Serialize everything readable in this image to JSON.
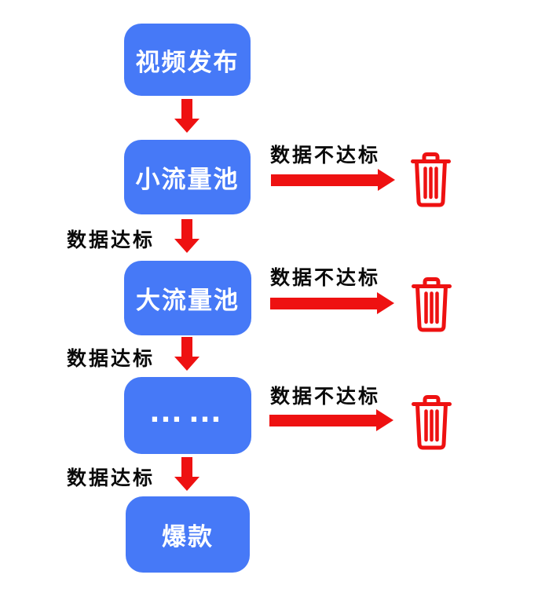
{
  "colors": {
    "node_blue": "#4679F7",
    "arrow_red": "#EE1111",
    "node_text": "#FFFFFF",
    "label_text": "#0A0A0A",
    "background": "#FFFFFF"
  },
  "flow": {
    "nodes": [
      {
        "id": "video-publish",
        "label": "视频发布"
      },
      {
        "id": "small-traffic-pool",
        "label": "小流量池"
      },
      {
        "id": "large-traffic-pool",
        "label": "大流量池"
      },
      {
        "id": "more-pools",
        "label": "……"
      },
      {
        "id": "viral-hit",
        "label": "爆款"
      }
    ],
    "pass_label": "数据达标",
    "fail_label": "数据不达标",
    "icons": {
      "down_arrow": "arrow-down",
      "right_arrow": "arrow-right",
      "discard": "trash-can"
    }
  }
}
